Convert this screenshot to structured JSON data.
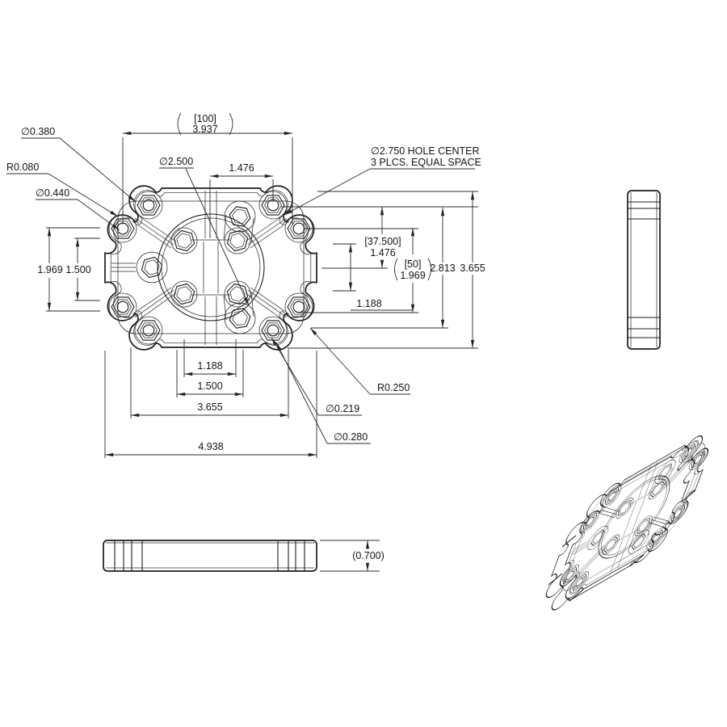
{
  "dims": {
    "top_overall_upper": "[100]",
    "top_overall_lower": "3.937",
    "top_hole_spacing": "1.476",
    "bore": "∅2.500",
    "callout_drill": "∅0.380",
    "callout_fillet": "R0.080",
    "callout_cbore": "∅0.440",
    "note_line1": "∅2.750 HOLE CENTER",
    "note_line2": "3 PLCS. EQUAL SPACE",
    "right_1476_upper": "[37.500]",
    "right_1476_lower": "1.476",
    "right_1969_upper": "[50]",
    "right_1969_lower": "1.969",
    "right_2813": "2.813",
    "right_3655": "3.655",
    "right_1188": "1.188",
    "left_1969": "1.969",
    "left_1500": "1.500",
    "bottom_1188": "1.188",
    "bottom_1500": "1.500",
    "bottom_3655": "3.655",
    "bottom_4938": "4.938",
    "corner_radius": "R0.250",
    "hole_small": "∅0.219",
    "hole_large": "∅0.280",
    "thickness": "(0.700)"
  }
}
